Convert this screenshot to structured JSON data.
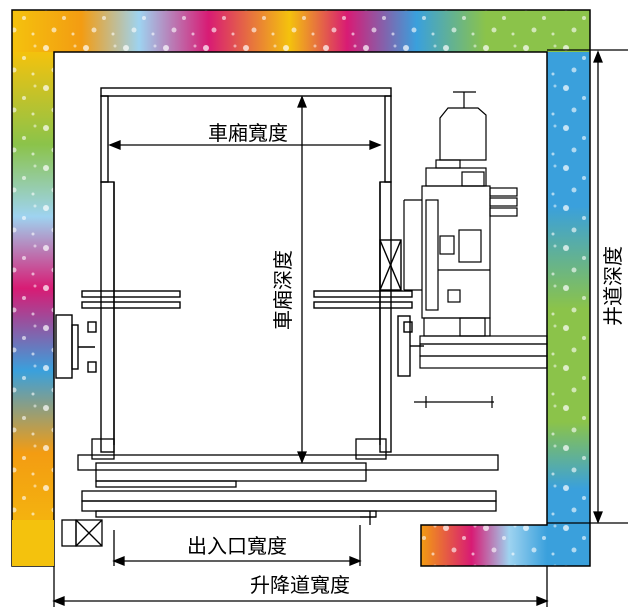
{
  "labels": {
    "car_width": "車廂寬度",
    "car_depth": "車廂深度",
    "shaft_depth": "井道深度",
    "entrance_width": "出入口寬度",
    "shaft_width": "升降道寬度"
  },
  "colors": {
    "line": "#000000",
    "background": "#ffffff",
    "paint_yellow": "#f4c20d",
    "paint_orange": "#f39c12",
    "paint_magenta": "#d81b74",
    "paint_blue": "#3aa0dc",
    "paint_green": "#8bc34a",
    "paint_lightblue": "#9ed3f0"
  }
}
